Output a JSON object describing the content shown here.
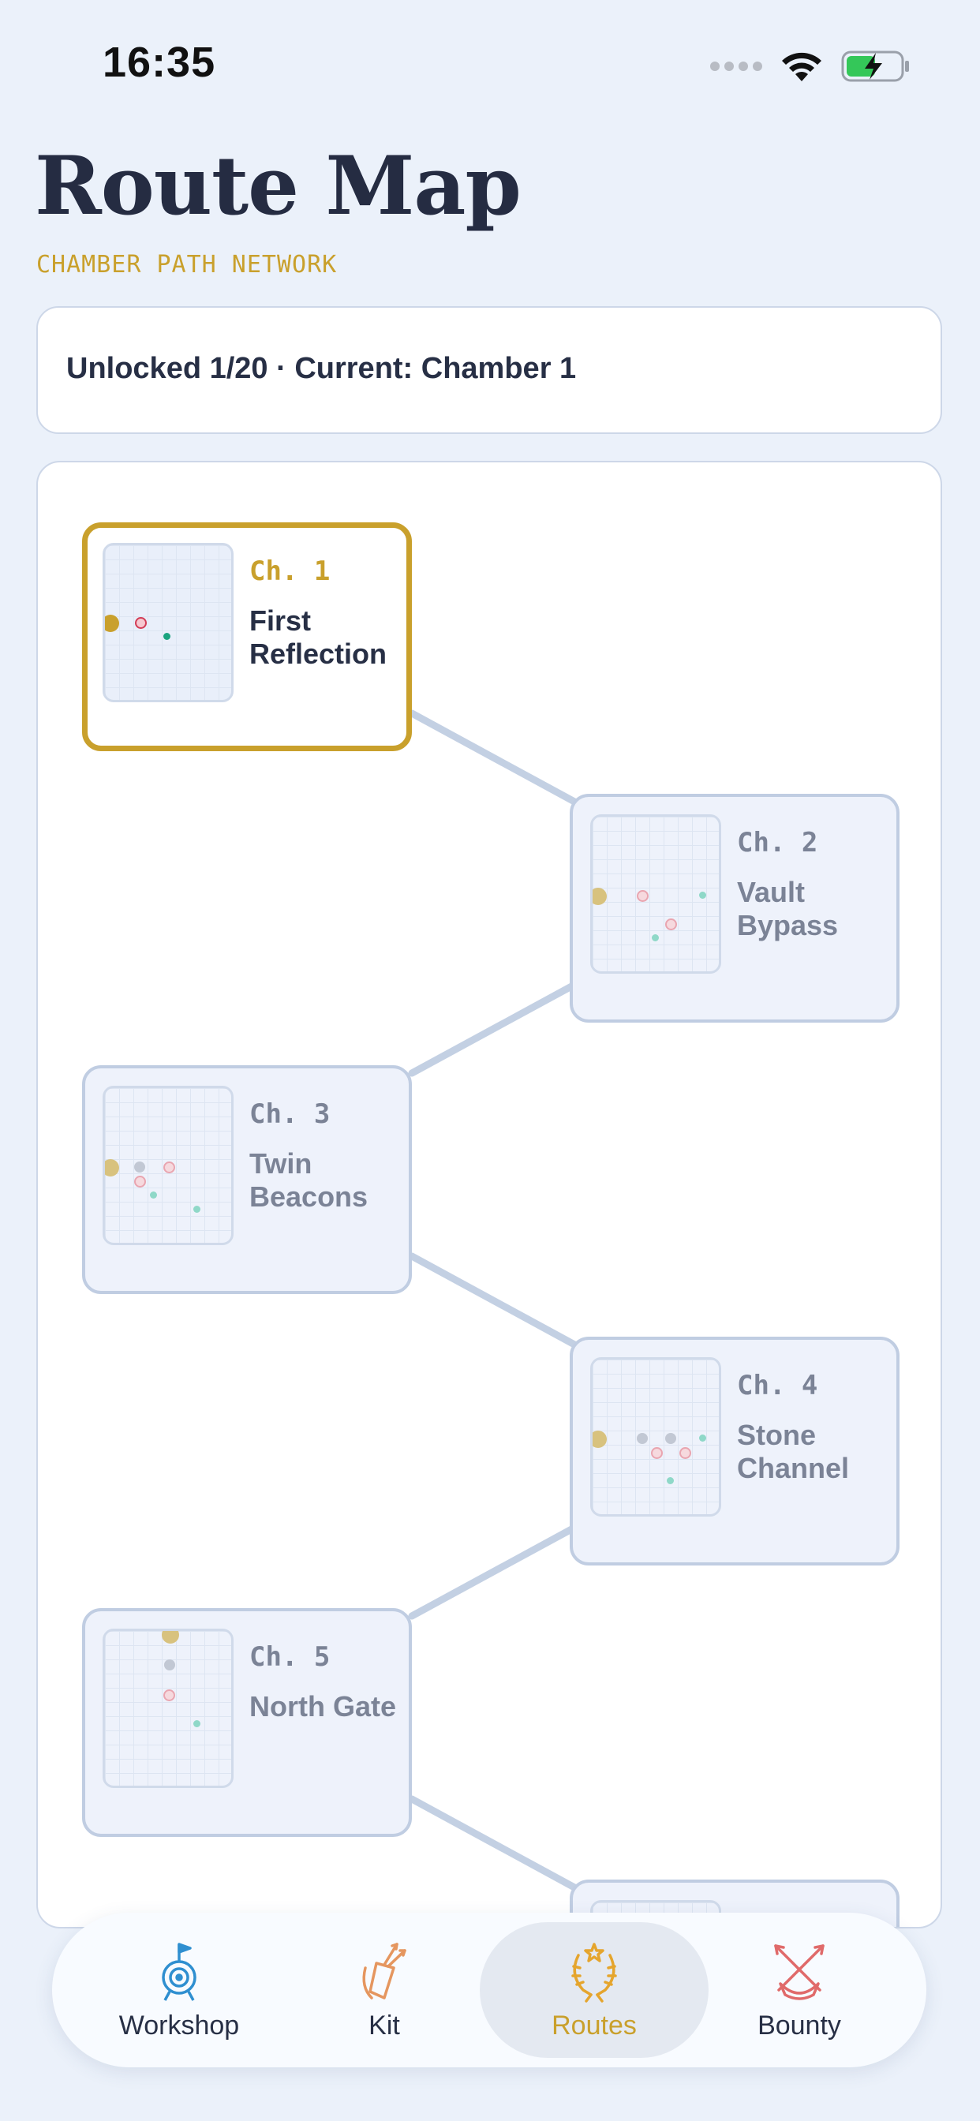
{
  "status_bar": {
    "time": "16:35"
  },
  "header": {
    "title": "Route Map",
    "subtitle": "CHAMBER PATH NETWORK"
  },
  "summary": {
    "text": "Unlocked 1/20 · Current: Chamber 1"
  },
  "chapters": [
    {
      "number": "Ch. 1",
      "name": "First Reflection",
      "state": "current"
    },
    {
      "number": "Ch. 2",
      "name": "Vault Bypass",
      "state": "locked"
    },
    {
      "number": "Ch. 3",
      "name": "Twin Beacons",
      "state": "locked"
    },
    {
      "number": "Ch. 4",
      "name": "Stone Channel",
      "state": "locked"
    },
    {
      "number": "Ch. 5",
      "name": "North Gate",
      "state": "locked"
    }
  ],
  "tabs": [
    {
      "label": "Workshop",
      "icon": "target-flag-icon",
      "selected": false
    },
    {
      "label": "Kit",
      "icon": "quiver-icon",
      "selected": false
    },
    {
      "label": "Routes",
      "icon": "laurel-icon",
      "selected": true
    },
    {
      "label": "Bounty",
      "icon": "crossed-arrows-icon",
      "selected": false
    }
  ],
  "colors": {
    "accent": "#c9a02c",
    "background": "#ebf1fa",
    "text": "#272f45",
    "muted": "#7b8396",
    "workshop_icon": "#2f8fd0",
    "kit_icon": "#e5965f",
    "bounty_icon": "#e06a6a"
  }
}
